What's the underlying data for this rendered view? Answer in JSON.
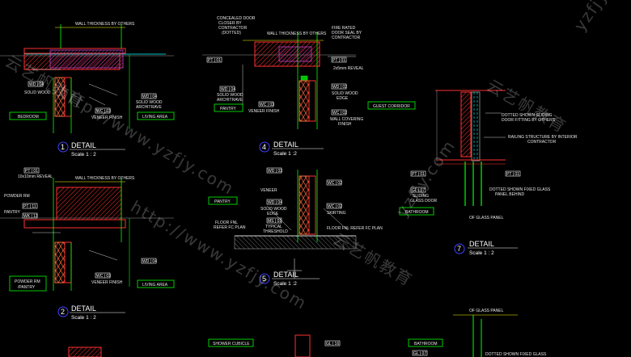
{
  "details": [
    {
      "number": "1",
      "title": "DETAIL",
      "scale": "Scale 1 : 2"
    },
    {
      "number": "2",
      "title": "DETAIL",
      "scale": "Scale 1 : 2"
    },
    {
      "number": "4",
      "title": "DETAIL",
      "scale": "Scale 1 :2"
    },
    {
      "number": "5",
      "title": "DETAIL",
      "scale": "Scale 1 :2"
    },
    {
      "number": "7",
      "title": "DETAIL",
      "scale": "Scale 1 : 2"
    }
  ],
  "rooms": {
    "bedroom": "BEDROOM",
    "living_area": "LIVING AREA",
    "pantry_1": "PANTRY",
    "pantry_2": "PANTRY",
    "guest_corridor": "GUEST CORRIDOR",
    "bathroom_1": "BATHROOM",
    "bathroom_2": "BATHROOM",
    "powder_pantry_a": "POWDER RM",
    "powder_pantry_b": "/PANTRY",
    "living_area_2": "LIVING AREA",
    "shower_cubicle": "SHOWER CUBICLE"
  },
  "tags": {
    "pt01": "PT | 01",
    "wd04": "WD | 04",
    "wc03": "WC | 03",
    "wc02": "WC | 02",
    "wd02": "WD | 02",
    "wd03": "WD | 03",
    "ms01": "MS | 01",
    "gl07": "GL | 07",
    "pt11": "PT | 11",
    "wk13": "WK | 13",
    "gl16": "GL | 16"
  },
  "notes": {
    "wall_thickness": "WALL THICKNESS BY OTHERS",
    "wall_thickness_2": "WALL THICKNESS BY OTHERS",
    "concealed_door_closer": "CONCEALED DOOR",
    "closer_by": "CLOSER BY",
    "contractor": "CONTRACTOR",
    "dotted": "(DOTTED)",
    "fire_rated_1": "FIRE RATED",
    "fire_rated_2": "DOOR SEAL BY",
    "fire_rated_3": "CONTRACTOR",
    "reveal_mm": "2x5mm REVEAL",
    "solid_wood_edge": "SOLID WOOD",
    "solid_wood_edge_2": "EDGE",
    "solid_wood_architrave": "SOLID WOOD",
    "architrave": "ARCHITRAVE",
    "veneer_finish": "VENEER FINISH",
    "wall_covering": "WALL COVERING",
    "finish": "FINISH",
    "dotted_shown_sliding_1": "DOTTED SHOWN SLIDING",
    "dotted_shown_sliding_2": "DOOR FITTING BY OTHERS",
    "railing_structure_1": "RAILING STRUCTURE BY INTERIOR",
    "railing_structure_2": "CONTRACTOR",
    "dotted_fixed_glass_1": "DOTTED SHOWN FIXED GLASS",
    "dotted_fixed_glass_2": "PANEL BEHIND",
    "sliding_glass_door_1": "SLIDING",
    "sliding_glass_door_2": "GLASS DOOR",
    "reveal_10x10": "10x10mm REVEAL",
    "floor_fnl_refer": "FLOOR FNL",
    "refer_fc_plan": "REFER FC PLAN",
    "floor_fnl_refer_2": "FLOOR FNL REFER FC PLAN",
    "veneer_label": "VENEER",
    "skirting": "SKIRTING",
    "typical_threshold": "TYPICAL",
    "threshold": "THRESHOLD",
    "of_glass_panel": "OF GLASS PANEL",
    "dotted_fixed_glass_bottom": "DOTTED SHOWN FIXED GLASS",
    "powder_rm": "POWDER RM",
    "wk_pantry": "PANTRY",
    "reveal_5mm": "2x5mm REVEAL",
    "solid_wood_edge_5": "SOLID WOOD",
    "edge_5": "EDGE"
  },
  "watermarks": {
    "w1": "http://www.yzfjy.com",
    "w2": "云艺帆教育",
    "w3": "yzfjy.com",
    "w4": "http://www.yzfjy.com",
    "w5": "云艺帆教育",
    "w6": "云艺帆教育",
    "w7": "yzfjy.com"
  }
}
